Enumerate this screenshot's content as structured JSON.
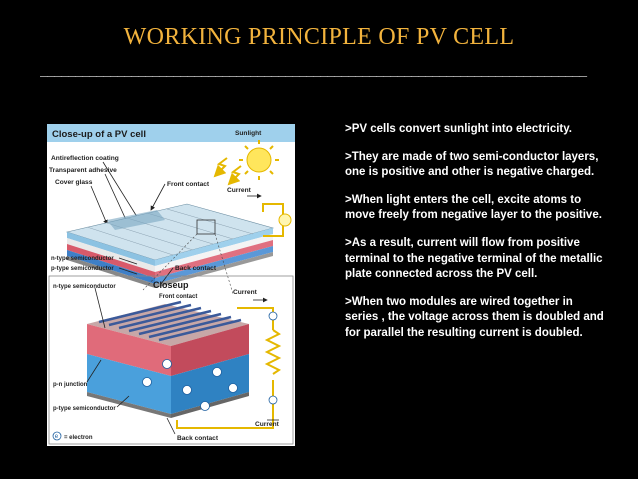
{
  "slide": {
    "title": "WORKING PRINCIPLE OF PV CELL",
    "rule": "______________________________________________________________________________"
  },
  "figure": {
    "header": "Close-up of a PV cell",
    "labels": {
      "sunlight": "Sunlight",
      "antireflection": "Antireflection coating",
      "adhesive": "Transparent adhesive",
      "cover_glass": "Cover glass",
      "front_contact": "Front contact",
      "current": "Current",
      "n_type": "n-type semiconductor",
      "p_type": "p-type semiconductor",
      "back_contact": "Back contact",
      "closeup": "Closeup",
      "n_type_2": "n-type semiconductor",
      "front_contact_2": "Front contact",
      "current_2": "Current",
      "pn_junction": "p-n junction",
      "p_type_2": "p-type semiconductor",
      "back_contact_2": "Back contact",
      "current_3": "Current",
      "electron": "= electron",
      "electron_symbol": "e"
    }
  },
  "bullets": [
    ">PV cells convert  sunlight into electricity.",
    ">They are made of two semi-conductor layers, one is positive and other is negative charged.",
    " >When light enters the cell, excite atoms to move freely from negative layer to the positive.",
    " >As a result, current will flow from positive terminal to the negative terminal of the metallic plate connected across the PV cell.",
    " >When two modules are wired together in series , the voltage across them is doubled and for parallel the resulting current is doubled."
  ],
  "colors": {
    "title": "#f2b33d",
    "background": "#000000",
    "text": "#ffffff"
  }
}
